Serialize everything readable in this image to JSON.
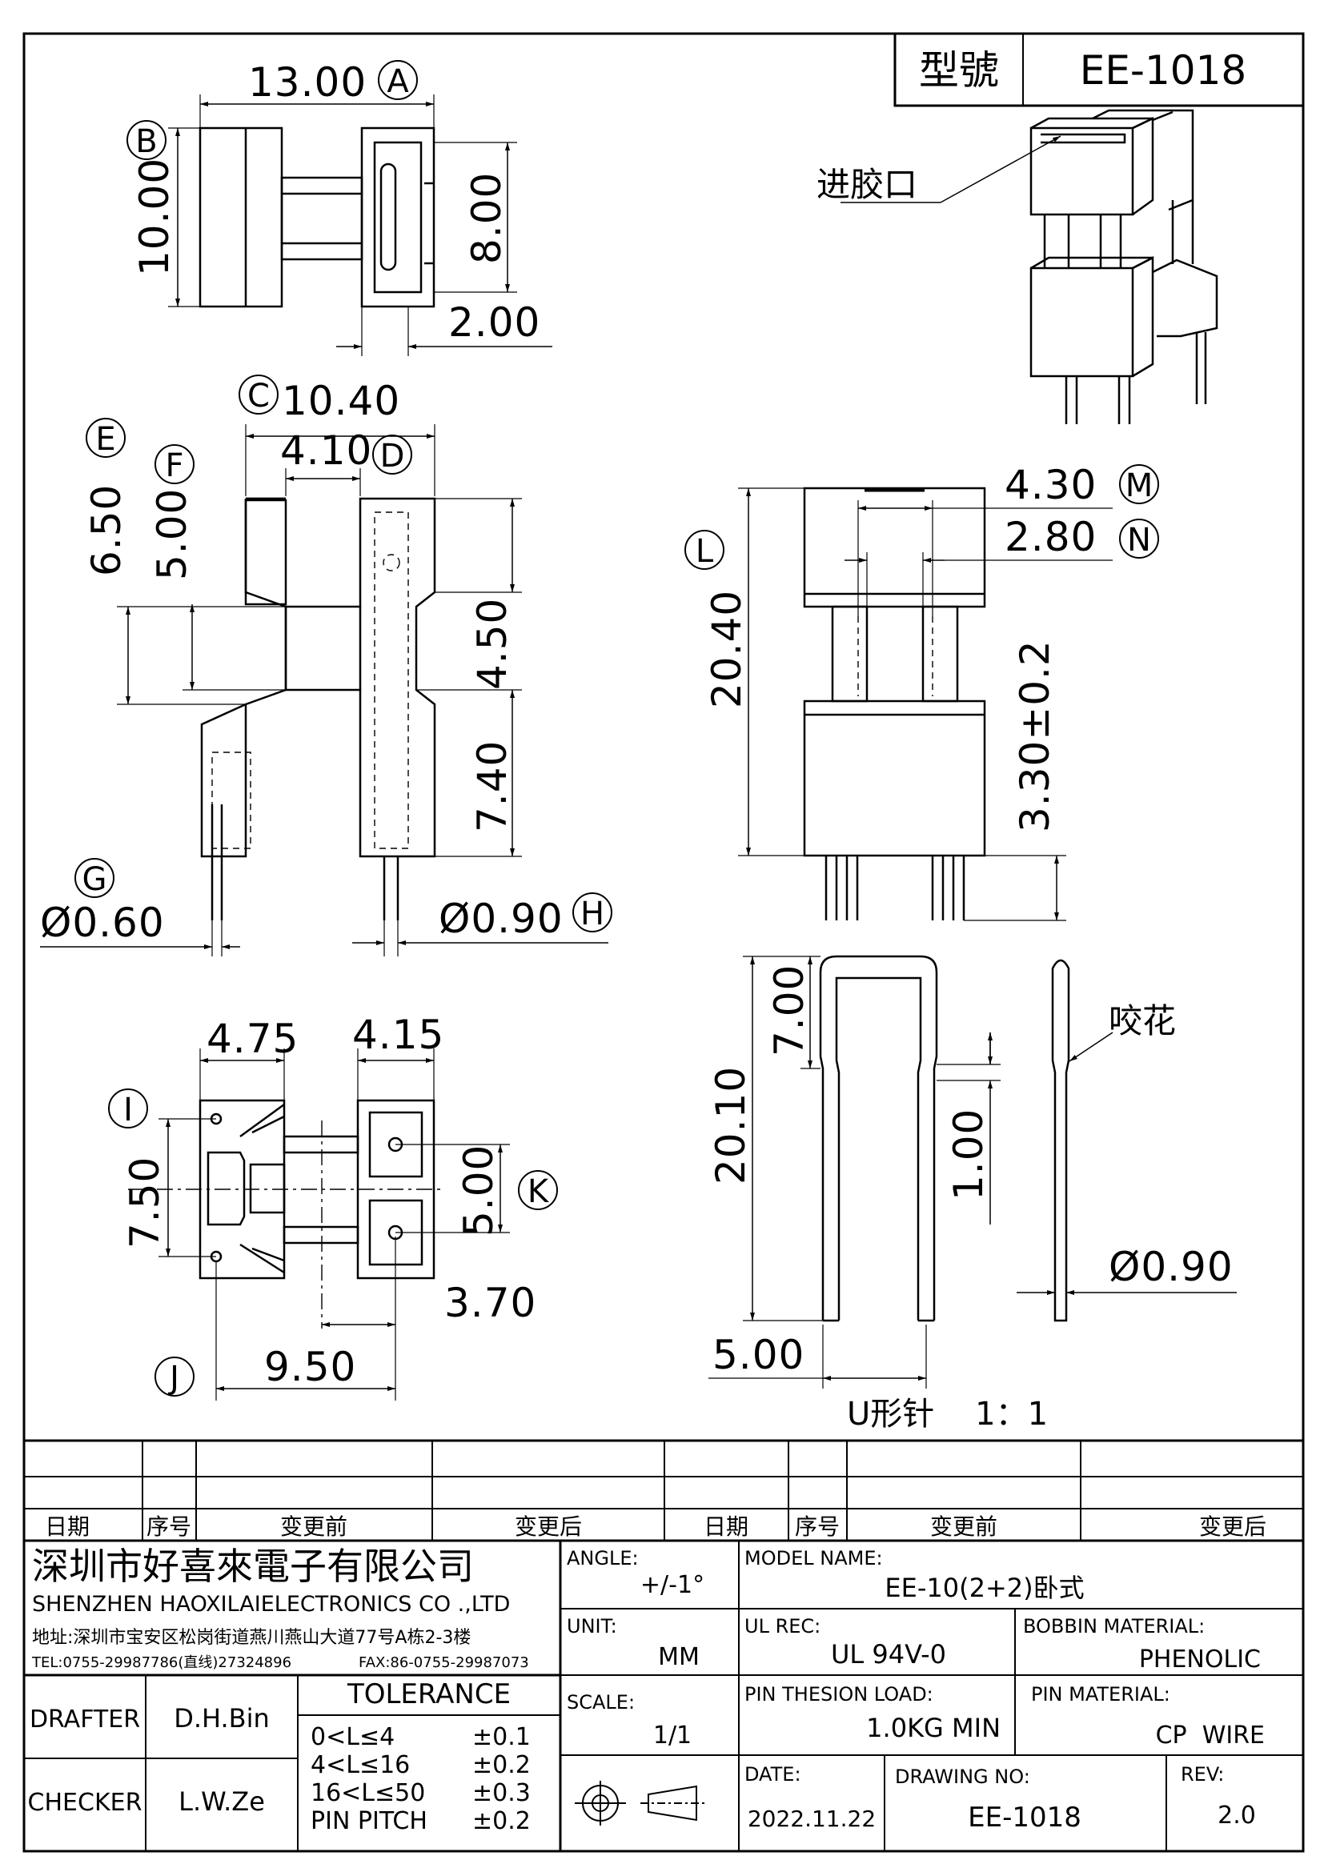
{
  "title_block": {
    "model_label": "型號",
    "model_value": "EE-1018",
    "scale_note": "U形针    1：1"
  },
  "callouts": {
    "gate": "进胶口",
    "knurl": "咬花"
  },
  "view_letters": [
    "A",
    "B",
    "C",
    "D",
    "E",
    "F",
    "G",
    "H",
    "I",
    "J",
    "K",
    "L",
    "M",
    "N"
  ],
  "dimensions": {
    "A": "13.00",
    "B": "10.00",
    "inner_h": "8.00",
    "wall": "2.00",
    "C": "10.40",
    "D": "4.10",
    "E": "6.50",
    "F": "5.00",
    "side_45": "4.50",
    "side_74": "7.40",
    "G": "Ø0.60",
    "H": "Ø0.90",
    "L": "20.40",
    "M": "4.30",
    "N": "2.80",
    "pin_len": "3.30±0.2",
    "bot_475": "4.75",
    "bot_415": "4.15",
    "I": "7.50",
    "K": "5.00",
    "bot_370": "3.70",
    "J": "9.50",
    "u_700": "7.00",
    "u_2010": "20.10",
    "u_100": "1.00",
    "u_dia": "Ø0.90",
    "u_500": "5.00"
  },
  "revision_table": {
    "headers": [
      "日期",
      "序号",
      "变更前",
      "变更后",
      "日期",
      "序号",
      "变更前",
      "变更后"
    ]
  },
  "company": {
    "name_cn": "深圳市好喜來電子有限公司",
    "name_en": "SHENZHEN HAOXILAIELECTRONICS CO .,LTD",
    "address": "地址:深圳市宝安区松岗街道燕川燕山大道77号A栋2-3楼",
    "tel": "TEL:0755-29987786(直线)27324896",
    "fax": "FAX:86-0755-29987073"
  },
  "people": {
    "drafter_label": "DRAFTER",
    "drafter": "D.H.Bin",
    "checker_label": "CHECKER",
    "checker": "L.W.Ze"
  },
  "tolerance": {
    "title": "TOLERANCE",
    "rows": [
      {
        "range": "0<L≤4",
        "value": "±0.1"
      },
      {
        "range": "4<L≤16",
        "value": "±0.2"
      },
      {
        "range": "16<L≤50",
        "value": "±0.3"
      },
      {
        "range": "PIN PITCH",
        "value": "±0.2"
      }
    ]
  },
  "specs": {
    "angle_label": "ANGLE:",
    "angle": "+/-1°",
    "unit_label": "UNIT:",
    "unit": "MM",
    "scale_label": "SCALE:",
    "scale": "1/1",
    "model_name_label": "MODEL NAME:",
    "model_name": "EE-10(2+2)卧式",
    "ul_label": "UL REC:",
    "ul": "UL 94V-0",
    "bobbin_label": "BOBBIN MATERIAL:",
    "bobbin": "PHENOLIC",
    "load_label": "PIN THESION LOAD:",
    "load": "1.0KG MIN",
    "pin_mat_label": "PIN MATERIAL:",
    "pin_mat": "CP  WIRE",
    "date_label": "DATE:",
    "date": "2022.11.22",
    "drawing_no_label": "DRAWING NO:",
    "drawing_no": "EE-1018",
    "rev_label": "REV:",
    "rev": "2.0"
  }
}
